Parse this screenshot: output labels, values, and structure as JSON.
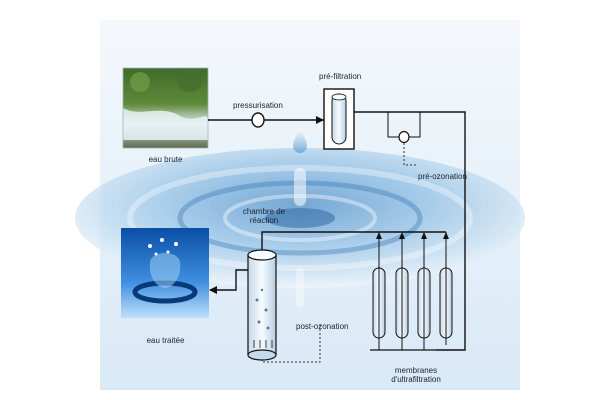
{
  "labels": {
    "raw_water": "eau brute",
    "pressurization": "pressurisation",
    "pre_filtration": "pré-filtration",
    "pre_ozonation": "pré-ozonation",
    "reaction_chamber_line1": "chambre de",
    "reaction_chamber_line2": "réaction",
    "treated_water": "eau traitée",
    "post_ozonation": "post-ozonation",
    "membranes_line1": "membranes",
    "membranes_line2": "d'ultrafiltration"
  },
  "colors": {
    "background_light": "#eef5fb",
    "background_blue": "#7fb3dc",
    "pipe": "#111111",
    "ozone_line": "#333333",
    "cylinder_fill": "#e8f1f8"
  },
  "icons": {
    "pressurization_valve": "valve-icon",
    "ozone_injector": "valve-icon"
  }
}
